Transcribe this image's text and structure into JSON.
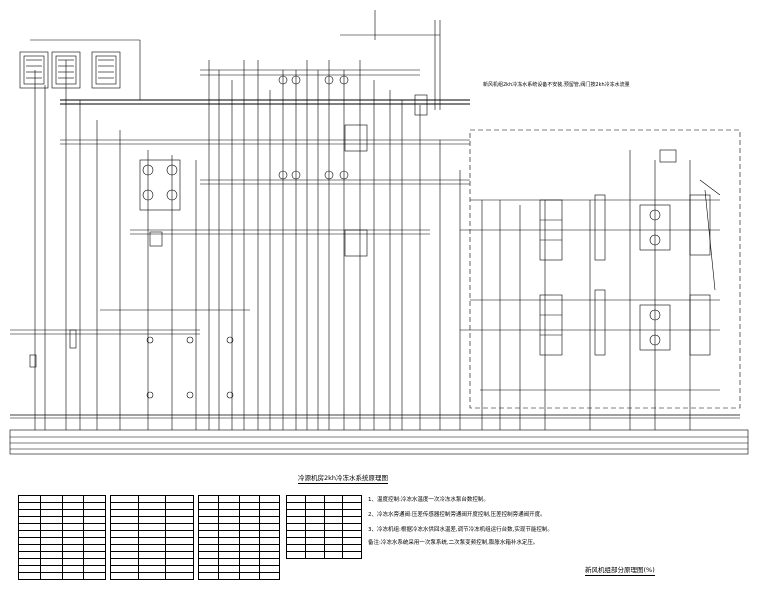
{
  "texts": {
    "remark_top": "新风机组2kh冷冻水系统设备不安装,预留管,阀门按2kh冷冻水流量",
    "caption_main": "冷源机房2kh冷冻水系统原理图",
    "caption_detail": "新风机组部分原理图(%)",
    "notes": [
      "1、温度控制:冷冻水温度一次冷冻水泵台数控制。",
      "2、冷冻水旁通阀:压差传感器控制旁通阀开度控制,压差控制旁通阀开度。",
      "3、冷冻机组:根据冷冻水供回水温差,调节冷冻机组运行台数,实现节能控制。",
      "备注:冷冻水系统采用一次泵系统,二次泵变频控制,膨胀水箱补水定压。"
    ]
  },
  "legend_tables": [
    {
      "rows": 12,
      "cols": 4
    },
    {
      "rows": 12,
      "cols": 3
    },
    {
      "rows": 12,
      "cols": 4
    },
    {
      "rows": 9,
      "cols": 4
    }
  ],
  "colors": {
    "line": "#000000",
    "background": "#ffffff"
  }
}
